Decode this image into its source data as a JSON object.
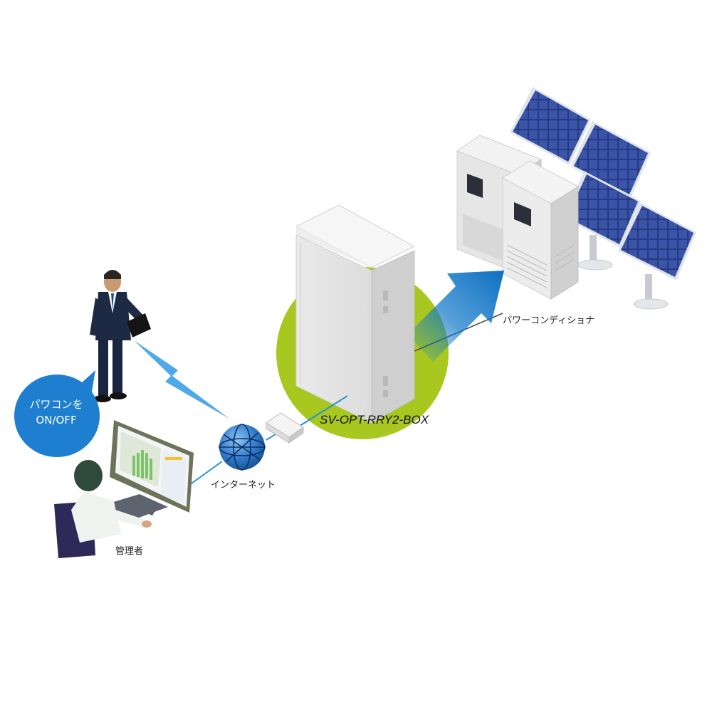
{
  "labels": {
    "device": "SV-OPT-RRY2-BOX",
    "power_conditioner": "パワーコンディショナ",
    "internet": "インターネット",
    "admin": "管理者"
  },
  "bubble": {
    "line1": "パワコンを",
    "line2": "ON/OFF"
  },
  "colors": {
    "highlight_circle": "#a8c820",
    "arrow_blue": "#0e77c9",
    "bubble_blue": "#1e7fd0",
    "link_line": "#2a8fd6",
    "solar_cell": "#2b3f8a",
    "cabinet": "#e8e8e8"
  },
  "icons": {
    "globe": "internet-globe-icon",
    "router": "router-icon",
    "lightning": "wireless-signal-icon"
  }
}
